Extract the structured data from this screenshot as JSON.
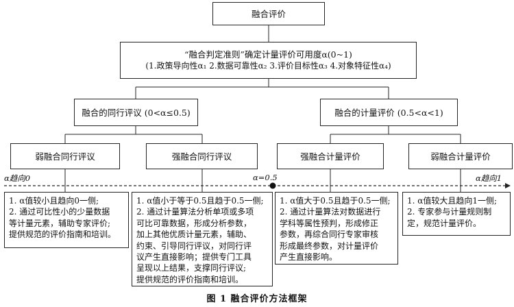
{
  "root": {
    "label": "融合评价"
  },
  "criterion": {
    "line1": "“融合判定准则”确定计量评价可用度α(0~1)",
    "line2": "(1.政策导向性α₁ 2.数据可靠性α₂ 3.评价目标性α₃ 4.对象特征性α₄)"
  },
  "peer_branch": {
    "label": "融合的同行评议 (0<α≤0.5)"
  },
  "metric_branch": {
    "label": "融合的计量评价 (0.5<α<1)"
  },
  "leaves": [
    {
      "label": "弱融合同行评议"
    },
    {
      "label": "强融合同行评议"
    },
    {
      "label": "强融合计量评价"
    },
    {
      "label": "弱融合计量评价"
    }
  ],
  "axis": {
    "left_label": "α趋向0",
    "mid_label": "α=0.5",
    "right_label": "α趋向1"
  },
  "descriptions": [
    {
      "lines": [
        "1. α值较小且趋向0一侧;",
        "2. 通过可比性小的少量数据",
        "等计量元素，辅助专家评价;",
        "提供规范的评价指南和培训。"
      ]
    },
    {
      "lines": [
        "1. α值小于等于0.5且趋于0.5一侧;",
        "2. 通过计量算法分析单项或多项",
        "可比可靠数据，形成分析参数，",
        "加上其他优质计量元素，辅助、",
        "约束、引导同行评议，对同行评",
        "议产生直接影响；提供专门工具",
        "呈现以上结果，支撑同行评议;",
        "提供规范的评价指南和培训。"
      ]
    },
    {
      "lines": [
        "1. α值大于0.5且趋于0.5一侧;",
        "2. 通过计量算法对数据进行",
        "学科等属性预判，形成修正",
        "参数，再综合同行专家审核",
        "形成最终参数，对计量评价",
        "产生直接影响。"
      ]
    },
    {
      "lines": [
        "1. α值较大且趋向1一侧;",
        "2. 专家参与计量规则制",
        "定，规范计量评价。"
      ]
    }
  ],
  "caption": "图 1   融合评价方法框架"
}
